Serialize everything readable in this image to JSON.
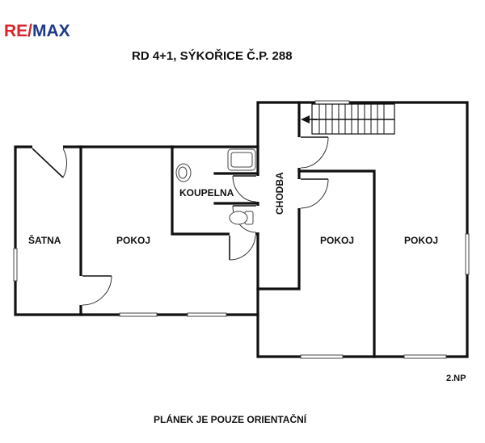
{
  "brand": {
    "logo_re": "RE/",
    "logo_max": "MAX",
    "colors": {
      "re": "#d9232d",
      "max": "#1e3a8a"
    }
  },
  "plan": {
    "title": "RD 4+1, SÝKOŘICE Č.P. 288",
    "floor_label": "2.NP",
    "footer": "PLÁNEK JE POUZE ORIENTAČNÍ",
    "rooms": {
      "satna": "ŠATNA",
      "pokoj_left": "POKOJ",
      "koupelna": "KOUPELNA",
      "chodba": "CHODBA",
      "pokoj_mid": "POKOJ",
      "pokoj_right": "POKOJ"
    }
  }
}
